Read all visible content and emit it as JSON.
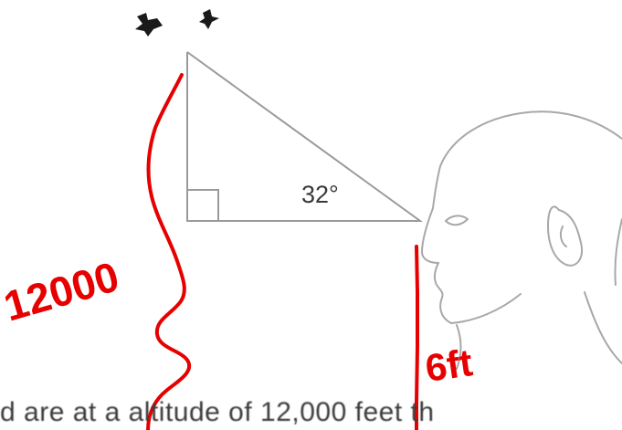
{
  "diagram": {
    "angle_label": "32°",
    "right_angle_marker": true
  },
  "annotations": {
    "altitude_value": "12000",
    "eye_height_value": "6ft"
  },
  "text": {
    "caption_fragment": "d  are  at  a  altitude  of  12,000 feet  th"
  },
  "colors": {
    "triangle_stroke": "#9a9a9a",
    "ink_red": "#e60000",
    "face_stroke": "#a8a8a8",
    "text": "#3c3c3c"
  },
  "icons": [
    "bird-icon",
    "bird-icon-small",
    "person-head-outline"
  ]
}
